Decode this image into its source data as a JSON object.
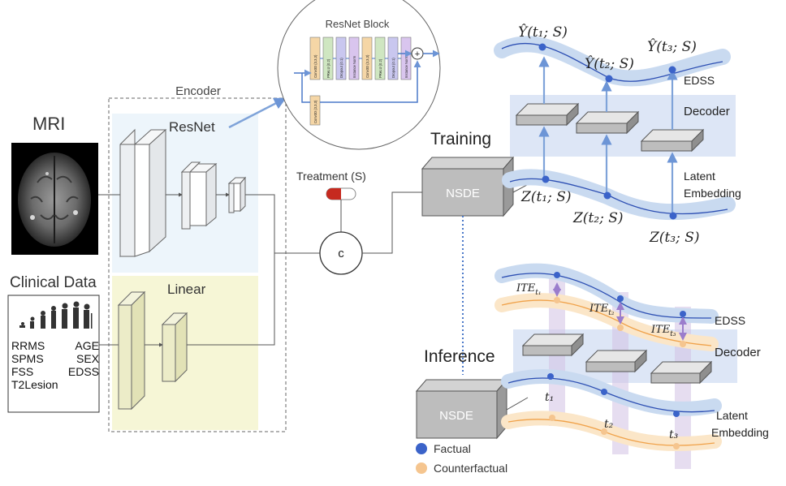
{
  "labels": {
    "mri": "MRI",
    "clinical_data": "Clinical Data",
    "encoder": "Encoder",
    "resnet": "ResNet",
    "linear": "Linear",
    "resnet_block": "ResNet Block",
    "treatment": "Treatment (S)",
    "concat": "c",
    "training": "Training",
    "inference": "Inference",
    "nsde": "NSDE",
    "edss": "EDSS",
    "decoder": "Decoder",
    "latent_embedding_1": "Latent",
    "latent_embedding_2": "Embedding"
  },
  "clinical_fields": [
    [
      "RRMS",
      "AGE"
    ],
    [
      "SPMS",
      "SEX"
    ],
    [
      "FSS",
      "EDSS"
    ],
    [
      "T2Lesion",
      ""
    ]
  ],
  "resnet_block_layers": [
    "Conv3D (3,3,3)",
    "PReLU (0.2)",
    "Dropout (0.1)",
    "Instance Norm",
    "Conv3D (3,3,3)",
    "PReLU (0.2)",
    "Dropout (0.1)",
    "Instance Norm"
  ],
  "resnet_block_skip_layer": "Conv3D (3,3,3)",
  "resnet_block_sum": "+",
  "training_math": {
    "y1": "Ŷ(t₁; S)",
    "y2": "Ŷ(t₂; S)",
    "y3": "Ŷ(t₃; S)",
    "z1": "Z(t₁; S)",
    "z2": "Z(t₂; S)",
    "z3": "Z(t₃; S)"
  },
  "inference_math": {
    "ite1": "ITE",
    "ite1_sub": "t₁",
    "ite2": "ITE",
    "ite2_sub": "t₂",
    "ite3": "ITE",
    "ite3_sub": "t₃",
    "t1": "t₁",
    "t2": "t₂",
    "t3": "t₃"
  },
  "legend": {
    "factual": "Factual",
    "counterfactual": "Counterfactual",
    "factual_color": "#3b63c9",
    "counterfactual_color": "#f5c58f"
  },
  "colors": {
    "resnet_bg": "#edf5fb",
    "linear_bg": "#f6f6d6",
    "decoder_band": "#dde6f6",
    "arrow_blue": "#7fa3d9",
    "ite_purple": "#a98bd0",
    "pill_red": "#c62a1f"
  }
}
